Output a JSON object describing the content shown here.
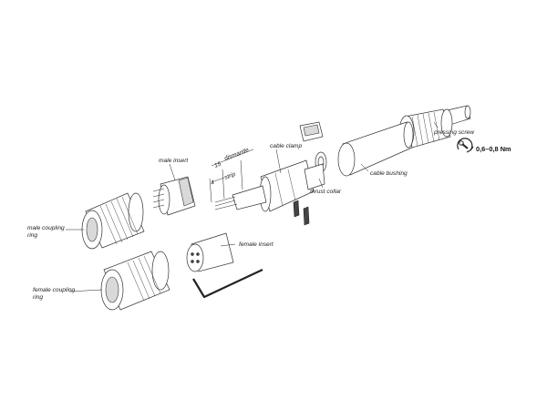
{
  "labels": {
    "male_coupling_ring": [
      "male coupling",
      "ring"
    ],
    "female_coupling_ring": [
      "female coupling",
      "ring"
    ],
    "male_insert": "male insert",
    "female_insert": "female insert",
    "cable_clamp": "cable clamp",
    "thrust_collar": "thrust collar",
    "cable_bushing": "cable bushing",
    "pressing_screw": "pressing screw",
    "dismantle": "dismantle",
    "strip": "strip",
    "dim_15": "15",
    "dim_4": "4",
    "torque": "0,6–0,8 Nm"
  },
  "icons": {
    "torque": "wrench-rotate-icon"
  }
}
